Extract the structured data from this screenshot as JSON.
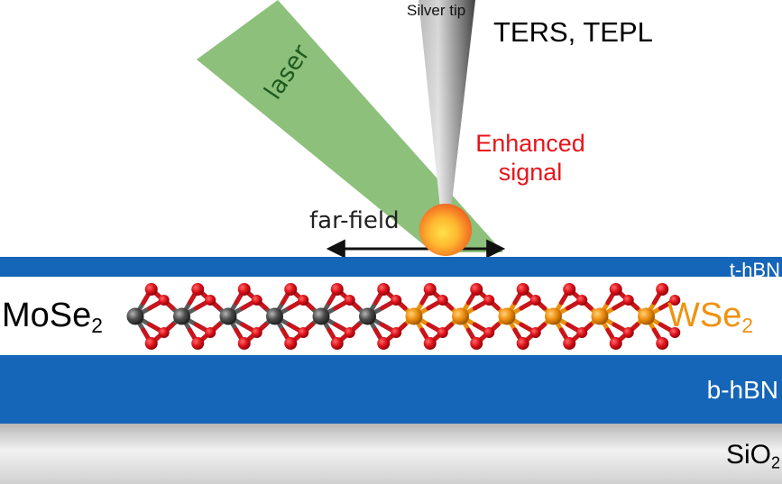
{
  "labels": {
    "tip": "Silver tip",
    "technique": "TERS, TEPL",
    "enhanced_line1": "Enhanced",
    "enhanced_line2": "signal",
    "laser": "laser",
    "far_field": "far-field",
    "top_hbn": "t-hBN",
    "bottom_hbn": "b-hBN",
    "substrate_main": "SiO",
    "substrate_sub": "2",
    "left_material_main": "MoSe",
    "left_material_sub": "2",
    "right_material_main": "WSe",
    "right_material_sub": "2"
  },
  "colors": {
    "laser": "#86bd74",
    "hbn": "#1565b8",
    "selenium": "#d9141f",
    "molybdenum": "#4a4a4a",
    "tungsten": "#e8900f",
    "enhanced_text": "#e8141b",
    "wse2_text": "#f0920f"
  },
  "lattice": {
    "mose2_metal_atoms": 6,
    "wse2_metal_atoms": 6
  }
}
